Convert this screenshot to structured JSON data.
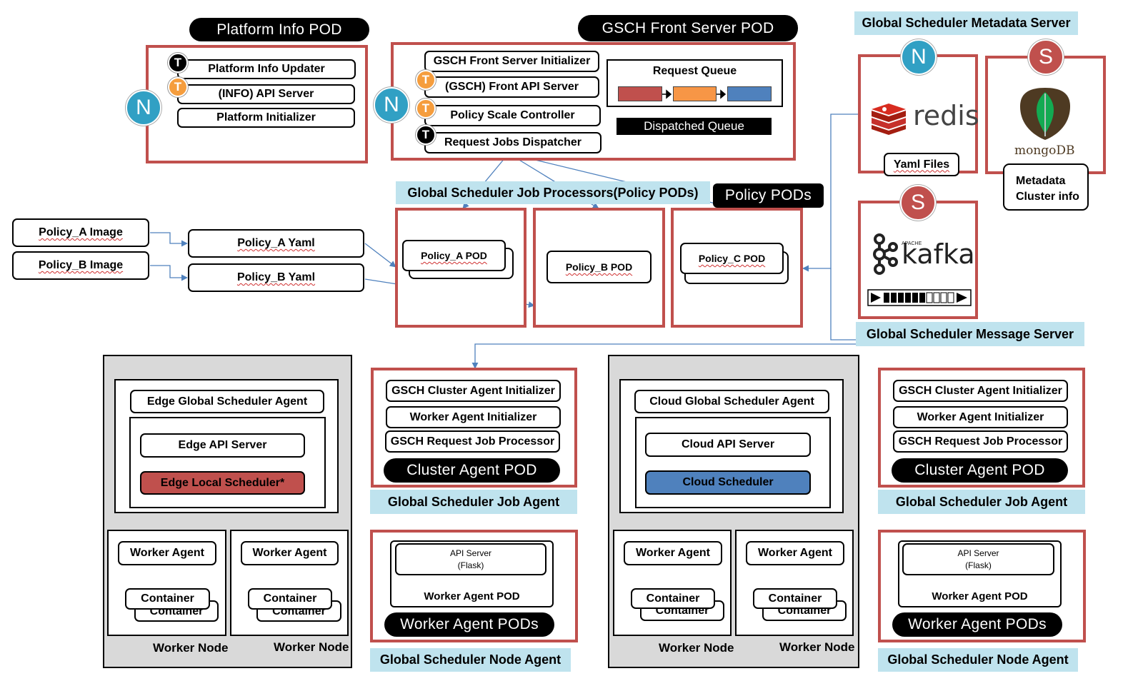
{
  "platform_info": {
    "title": "Platform Info POD",
    "items": [
      "Platform Info Updater",
      "(INFO) API Server",
      "Platform Initializer"
    ],
    "node_badge": "N",
    "thread_badge": "T"
  },
  "gsch_front": {
    "title": "GSCH Front Server POD",
    "items": [
      "GSCH Front Server Initializer",
      "(GSCH) Front API Server",
      "Policy Scale Controller",
      "Request Jobs Dispatcher"
    ],
    "request_queue": "Request Queue",
    "dispatched_queue": "Dispatched Queue",
    "queue_colors": [
      "#c0504d",
      "#f79646",
      "#4f81bd"
    ],
    "node_badge": "N",
    "thread_badge": "T"
  },
  "metadata_server": {
    "title": "Global Scheduler Metadata Server",
    "redis_label": "redis",
    "yaml_files": "Yaml Files",
    "mongodb_label": "mongoDB",
    "metadata_info_line1": "Metadata",
    "metadata_info_line2": "Cluster info",
    "node_badge": "N",
    "service_badge": "S"
  },
  "message_server": {
    "title": "Global Scheduler Message Server",
    "kafka_label": "kafka",
    "apache_label": "APACHE",
    "service_badge": "S"
  },
  "job_processors": {
    "title": "Global Scheduler Job Processors(Policy PODs)",
    "policy_pods_label": "Policy PODs",
    "pods": [
      "Policy_A POD",
      "Policy_B POD",
      "Policy_C POD"
    ]
  },
  "policy_inputs": {
    "images": [
      "Policy_A Image",
      "Policy_B Image"
    ],
    "yamls": [
      "Policy_A Yaml",
      "Policy_B Yaml"
    ]
  },
  "edge": {
    "agent": "Edge Global Scheduler Agent",
    "api_server": "Edge API Server",
    "scheduler": "Edge Local Scheduler*",
    "worker_agent": "Worker Agent",
    "container": "Container",
    "worker_node": "Worker Node"
  },
  "cloud": {
    "agent": "Cloud Global Scheduler Agent",
    "api_server": "Cloud  API Server",
    "scheduler": "Cloud Scheduler",
    "worker_agent": "Worker Agent",
    "container": "Container",
    "worker_node": "Worker Node"
  },
  "cluster_agent": {
    "items": [
      "GSCH Cluster Agent Initializer",
      "Worker Agent Initializer",
      "GSCH Request Job Processor"
    ],
    "pod_label": "Cluster Agent POD",
    "title": "Global Scheduler Job Agent"
  },
  "node_agent": {
    "api_line1": "API Server",
    "api_line2": "(Flask)",
    "worker_agent_pod": "Worker Agent POD",
    "pod_label": "Worker Agent PODs",
    "title": "Global Scheduler Node Agent"
  },
  "colors": {
    "red_border": "#c0504d",
    "label_bg": "#bfe3ee",
    "node_blue": "#31a0c4",
    "edge_scheduler": "#c0504d",
    "cloud_scheduler": "#4f81bd",
    "arrow_blue": "#4f81bd"
  }
}
